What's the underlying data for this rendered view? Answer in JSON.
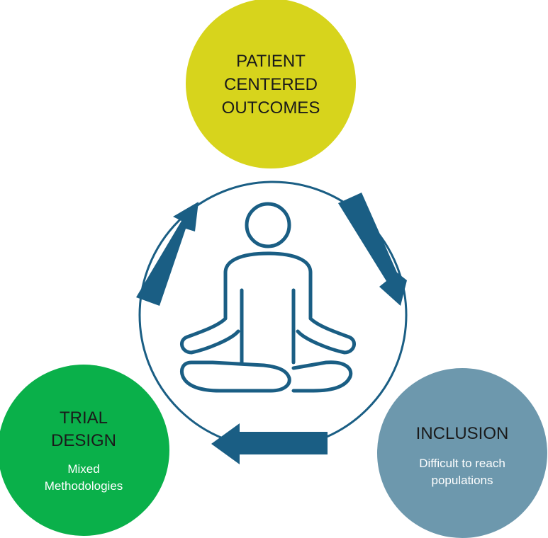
{
  "nodes": {
    "top": {
      "title_lines": [
        "PATIENT",
        "CENTERED",
        "OUTCOMES"
      ],
      "fill": "#d7d41c",
      "text_color": "#1a1a1a"
    },
    "left": {
      "title_lines": [
        "TRIAL",
        "DESIGN"
      ],
      "subtitle_lines": [
        "Mixed",
        "Methodologies"
      ],
      "fill": "#0ab04a",
      "text_color": "#1a1a1a",
      "subtitle_color": "#ffffff"
    },
    "right": {
      "title_lines": [
        "INCLUSION"
      ],
      "subtitle_lines": [
        "Difficult to reach",
        "populations"
      ],
      "fill": "#6d98ad",
      "text_color": "#1a1a1a",
      "subtitle_color": "#ffffff"
    }
  },
  "center": {
    "icon": "meditation-person-icon",
    "ring_color": "#1a5e84",
    "arrow_color": "#1a5e84"
  }
}
